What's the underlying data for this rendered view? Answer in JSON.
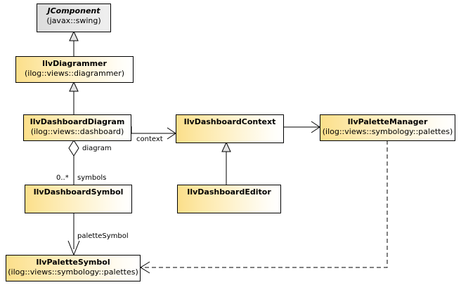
{
  "diagram": {
    "title": "UML class diagram",
    "colors": {
      "class_fill_left": "#fbdf8a",
      "class_fill_right": "#ffffff",
      "external_fill_left": "#dcdcdc",
      "external_fill_right": "#efefef",
      "border": "#000000",
      "line": "#000000",
      "background": "#ffffff"
    }
  },
  "classes": [
    {
      "id": "jcomponent",
      "name": "JComponent",
      "package": "(javax::swing)",
      "external": true,
      "italic": true
    },
    {
      "id": "ilvdiagrammer",
      "name": "IlvDiagrammer",
      "package": "(ilog::views::diagrammer)",
      "external": false,
      "italic": false
    },
    {
      "id": "ilvdashboarddiagram",
      "name": "IlvDashboardDiagram",
      "package": "(ilog::views::dashboard)",
      "external": false,
      "italic": false
    },
    {
      "id": "ilvdashboardcontext",
      "name": "IlvDashboardContext",
      "package": "",
      "external": false,
      "italic": false
    },
    {
      "id": "ilvpalettemanager",
      "name": "IlvPaletteManager",
      "package": "(ilog::views::symbology::palettes)",
      "external": false,
      "italic": false
    },
    {
      "id": "ilvdashboardsymbol",
      "name": "IlvDashboardSymbol",
      "package": "",
      "external": false,
      "italic": false
    },
    {
      "id": "ilvdashboardeditor",
      "name": "IlvDashboardEditor",
      "package": "",
      "external": false,
      "italic": false
    },
    {
      "id": "ilvpalettesymbol",
      "name": "IlvPaletteSymbol",
      "package": "(ilog::views::symbology::palettes)",
      "external": false,
      "italic": false
    }
  ],
  "relations": [
    {
      "id": "gen-diagrammer-jcomponent",
      "kind": "generalization",
      "from": "ilvdiagrammer",
      "to": "jcomponent",
      "label": ""
    },
    {
      "id": "gen-dashboarddiagram-diagrammer",
      "kind": "generalization",
      "from": "ilvdashboarddiagram",
      "to": "ilvdiagrammer",
      "label": ""
    },
    {
      "id": "assoc-diagram-context",
      "kind": "association",
      "from": "ilvdashboarddiagram",
      "to": "ilvdashboardcontext",
      "label": "context"
    },
    {
      "id": "assoc-context-palettemanager",
      "kind": "association",
      "from": "ilvdashboardcontext",
      "to": "ilvpalettemanager",
      "label": ""
    },
    {
      "id": "gen-editor-context",
      "kind": "generalization",
      "from": "ilvdashboardeditor",
      "to": "ilvdashboardcontext",
      "label": ""
    },
    {
      "id": "aggr-diagram-symbols",
      "kind": "aggregation",
      "from": "ilvdashboarddiagram",
      "to": "ilvdashboardsymbol",
      "label_end_a": "diagram",
      "label_mult_b": "0..*",
      "label_end_b": "symbols"
    },
    {
      "id": "assoc-symbol-palettesymbol",
      "kind": "association",
      "from": "ilvdashboardsymbol",
      "to": "ilvpalettesymbol",
      "label": "paletteSymbol"
    },
    {
      "id": "dep-palettemanager-palettesymbol",
      "kind": "dependency",
      "from": "ilvpalettemanager",
      "to": "ilvpalettesymbol",
      "label": ""
    }
  ],
  "edge_labels": {
    "context": "context",
    "diagram": "diagram",
    "symbols_multiplicity": "0..*",
    "symbols": "symbols",
    "palette_symbol": "paletteSymbol"
  }
}
